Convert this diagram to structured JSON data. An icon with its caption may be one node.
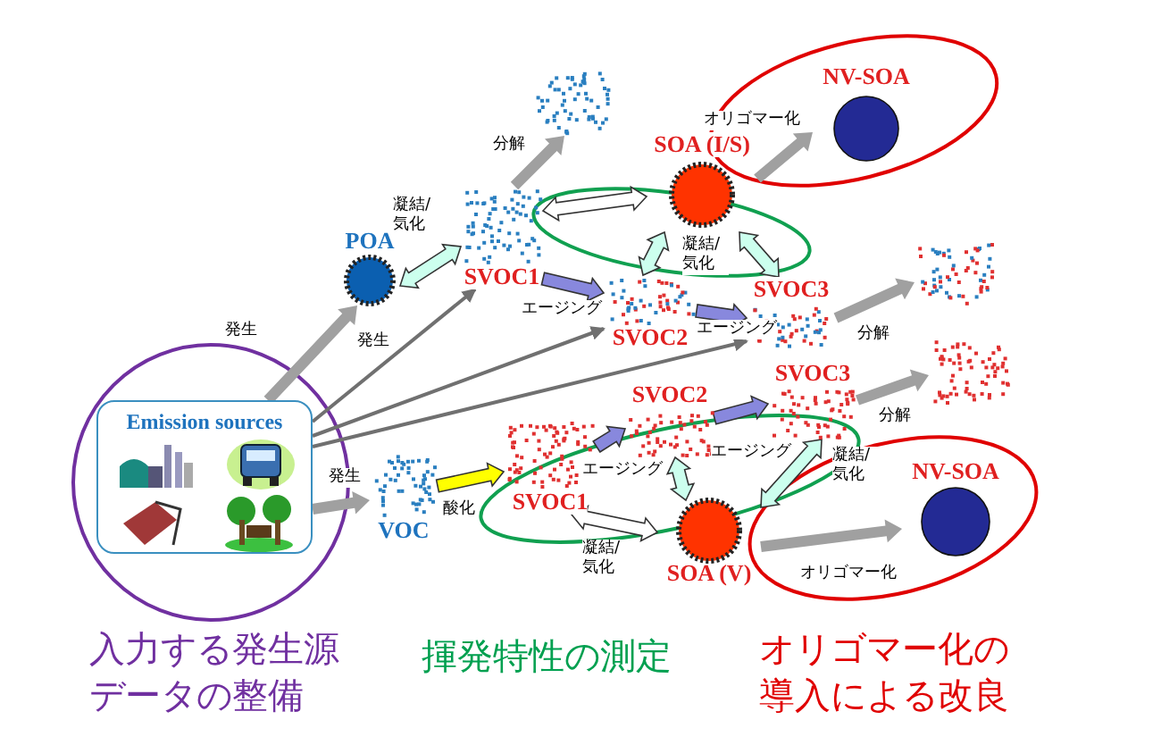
{
  "diagram": {
    "nodes": [
      {
        "text": [
          "Emission sources"
        ]
      },
      {
        "text": [
          "POA"
        ]
      },
      {
        "text": [
          "VOC"
        ]
      },
      {
        "text": [
          "SVOC1"
        ]
      },
      {
        "text": [
          "SOA (I/S)"
        ]
      },
      {
        "text": [
          "NV-SOA"
        ]
      },
      {
        "text": [],
        "shape": "dots"
      },
      {
        "text": [
          "SVOC2"
        ]
      },
      {
        "text": [
          "SVOC3"
        ]
      },
      {
        "text": [],
        "shape": "dots"
      },
      {
        "text": [
          "SVOC1"
        ]
      },
      {
        "text": [
          "SVOC2"
        ]
      },
      {
        "text": [
          "SVOC3"
        ]
      },
      {
        "text": [],
        "shape": "dots"
      },
      {
        "text": [
          "SOA (V)"
        ]
      },
      {
        "text": [
          "NV-SOA"
        ]
      }
    ],
    "edges": [
      {
        "from": 0,
        "to": 1,
        "arrow": "to",
        "style": "thick",
        "label": "発生"
      },
      {
        "from": 0,
        "to": 3,
        "arrow": "to",
        "label": "発生"
      },
      {
        "from": 0,
        "to": 7,
        "arrow": "to"
      },
      {
        "from": 0,
        "to": 8,
        "arrow": "to"
      },
      {
        "from": 0,
        "to": 2,
        "arrow": "to",
        "style": "thick",
        "label": "発生"
      },
      {
        "from": 1,
        "to": 3,
        "arrow": "both",
        "style": "thick",
        "color": "#ccffee",
        "label": "凝結/気化"
      },
      {
        "from": 3,
        "to": 6,
        "arrow": "to",
        "style": "thick",
        "label": "分解"
      },
      {
        "from": 3,
        "to": 4,
        "arrow": "both",
        "style": "thick",
        "color": "#ffffff"
      },
      {
        "from": 4,
        "to": 5,
        "arrow": "to",
        "style": "thick",
        "label": "オリゴマー化"
      },
      {
        "from": 3,
        "to": 7,
        "arrow": "to",
        "style": "thick",
        "color": "#8888dd",
        "label": "エージング"
      },
      {
        "from": 7,
        "to": 8,
        "arrow": "to",
        "style": "thick",
        "color": "#8888dd",
        "label": "エージング"
      },
      {
        "from": 4,
        "to": 7,
        "arrow": "both",
        "style": "thick",
        "color": "#ccffee",
        "label": "凝結/気化"
      },
      {
        "from": 4,
        "to": 8,
        "arrow": "both",
        "style": "thick",
        "color": "#ccffee"
      },
      {
        "from": 8,
        "to": 9,
        "arrow": "to",
        "style": "thick",
        "label": "分解"
      },
      {
        "from": 2,
        "to": 10,
        "arrow": "to",
        "style": "thick",
        "color": "#ffff00",
        "label": "酸化"
      },
      {
        "from": 10,
        "to": 11,
        "arrow": "to",
        "style": "thick",
        "color": "#8888dd",
        "label": "エージング"
      },
      {
        "from": 11,
        "to": 12,
        "arrow": "to",
        "style": "thick",
        "color": "#8888dd",
        "label": "エージング"
      },
      {
        "from": 12,
        "to": 13,
        "arrow": "to",
        "style": "thick",
        "label": "分解"
      },
      {
        "from": 10,
        "to": 14,
        "arrow": "both",
        "style": "thick",
        "color": "#ffffff",
        "label": "凝結/気化"
      },
      {
        "from": 14,
        "to": 11,
        "arrow": "both",
        "style": "thick",
        "color": "#ccffee"
      },
      {
        "from": 14,
        "to": 12,
        "arrow": "both",
        "style": "thick",
        "color": "#ccffee",
        "label": "凝結/気化"
      },
      {
        "from": 14,
        "to": 15,
        "arrow": "to",
        "style": "thick",
        "label": "オリゴマー化"
      }
    ],
    "labels": [
      "入力する発生源データの整備",
      "揮発特性の測定",
      "オリゴマー化の導入による改良"
    ]
  }
}
